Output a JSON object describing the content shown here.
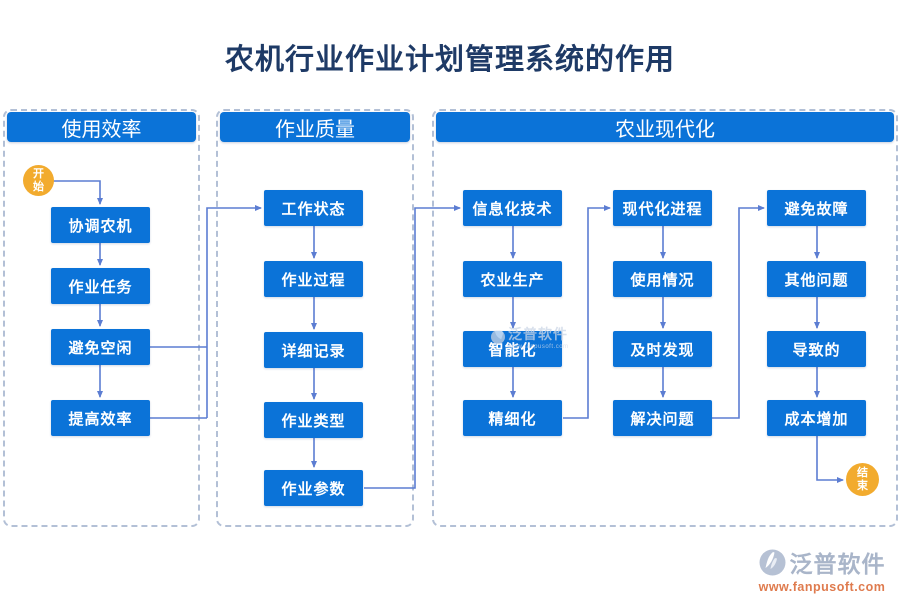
{
  "title": "农机行业作业计划管理系统的作用",
  "terminals": {
    "start": "开始",
    "end": "结束"
  },
  "sections": [
    {
      "header": "使用效率",
      "nodes": [
        "协调农机",
        "作业任务",
        "避免空闲",
        "提高效率"
      ]
    },
    {
      "header": "作业质量",
      "nodes": [
        "工作状态",
        "作业过程",
        "详细记录",
        "作业类型",
        "作业参数"
      ]
    },
    {
      "header": "农业现代化",
      "columns": [
        {
          "nodes": [
            "信息化技术",
            "农业生产",
            "智能化",
            "精细化"
          ]
        },
        {
          "nodes": [
            "现代化进程",
            "使用情况",
            "及时发现",
            "解决问题"
          ]
        },
        {
          "nodes": [
            "避免故障",
            "其他问题",
            "导致的",
            "成本增加"
          ]
        }
      ]
    }
  ],
  "watermark": {
    "brand": "泛普软件",
    "sub": "www.fanpusoft.com"
  },
  "footer": {
    "brand": "泛普软件",
    "url": "www.fanpusoft.com"
  },
  "colors": {
    "node_blue": "#0b73d8",
    "arrow_blue": "#5c7dd2",
    "terminal_orange": "#f2ab2e",
    "title_navy": "#1e3a66",
    "dash_border": "#b3c0d6"
  }
}
